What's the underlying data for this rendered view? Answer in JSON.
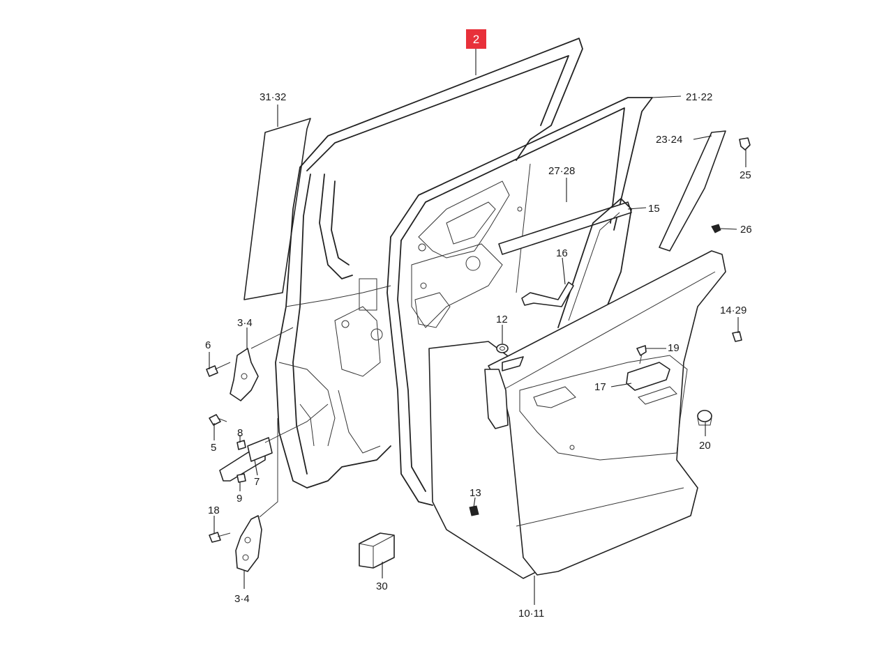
{
  "callouts": {
    "c2": "2",
    "c21_22": "21·22",
    "c31_32": "31·32",
    "c23_24": "23·24",
    "c25": "25",
    "c27_28": "27·28",
    "c15": "15",
    "c26": "26",
    "c16": "16",
    "c14_29": "14·29",
    "c12": "12",
    "c19": "19",
    "c3_4_top": "3·4",
    "c6": "6",
    "c17": "17",
    "c8": "8",
    "c5": "5",
    "c7": "7",
    "c20": "20",
    "c9": "9",
    "c13": "13",
    "c18": "18",
    "c30": "30",
    "c3_4_bottom": "3·4",
    "c10_11": "10·11"
  },
  "highlight_color": "#e8303a"
}
